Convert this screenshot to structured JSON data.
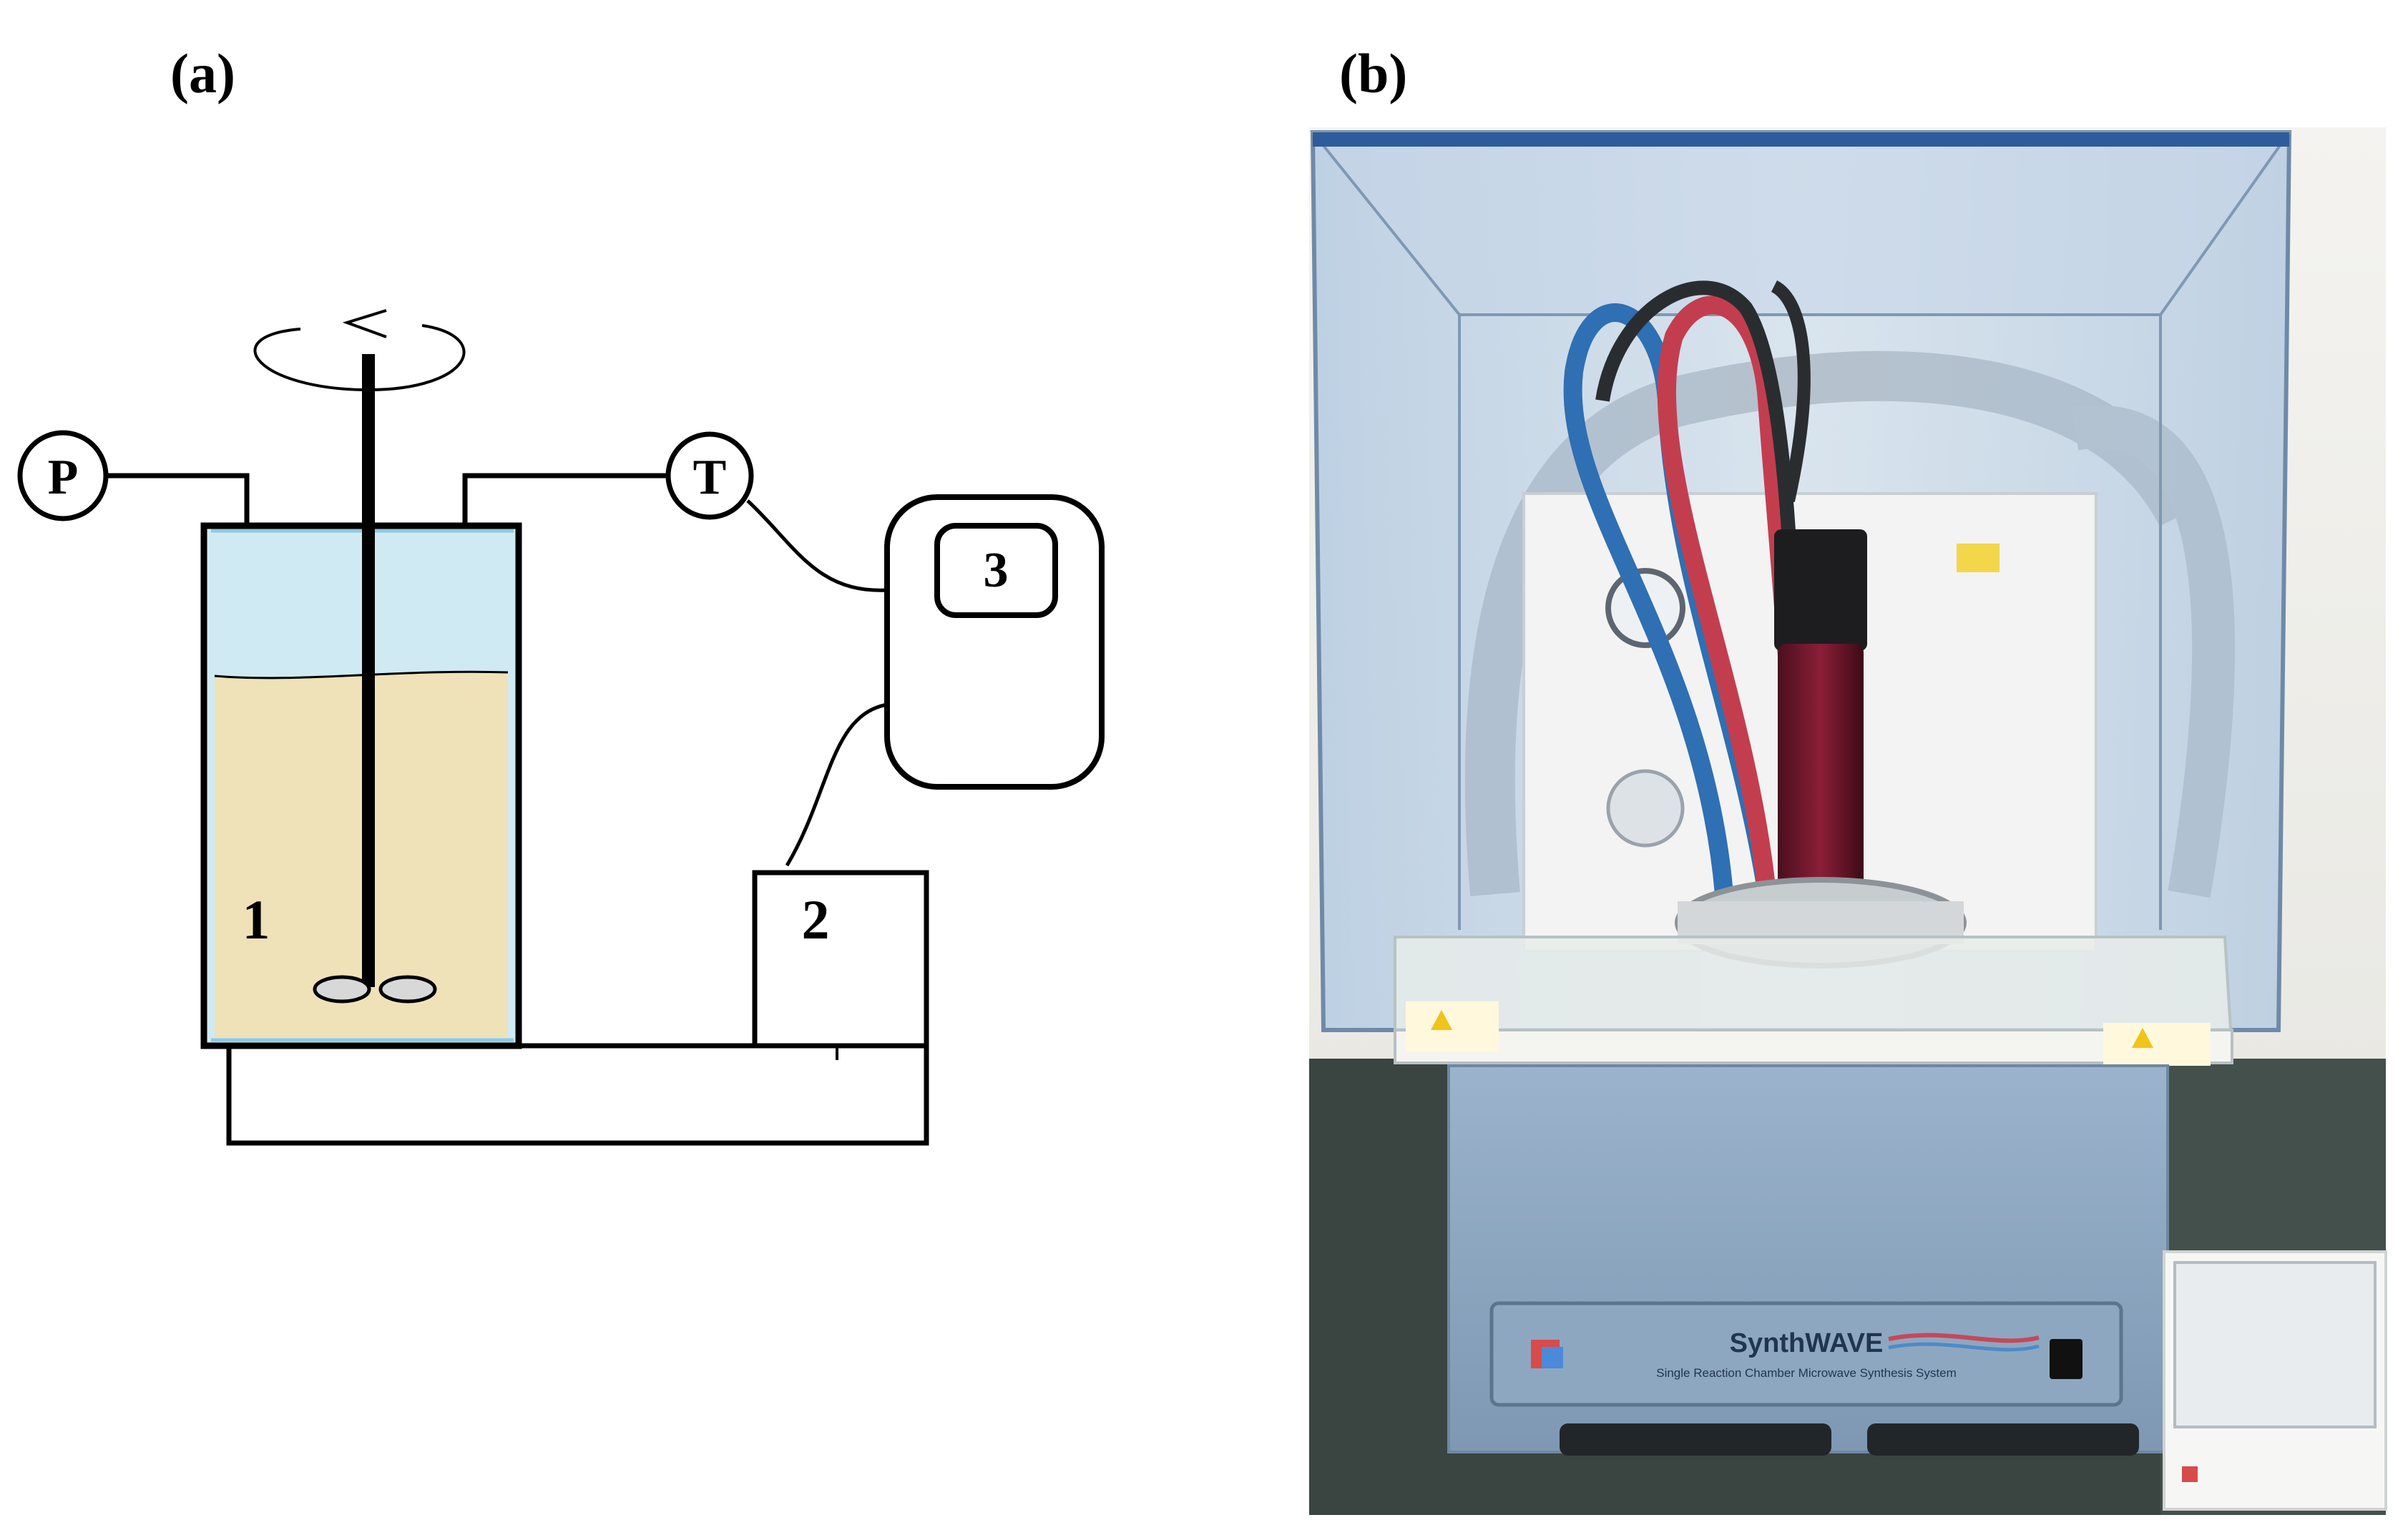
{
  "panels": {
    "a_label": "(a)",
    "b_label": "(b)"
  },
  "diagram": {
    "pressure_gauge": "P",
    "thermometer": "T",
    "reactor_number": "1",
    "power_unit_number": "2",
    "controller_number": "3"
  },
  "photo": {
    "brand": "SynthWAVE",
    "subtitle": "Single Reaction Chamber Microwave Synthesis System"
  }
}
